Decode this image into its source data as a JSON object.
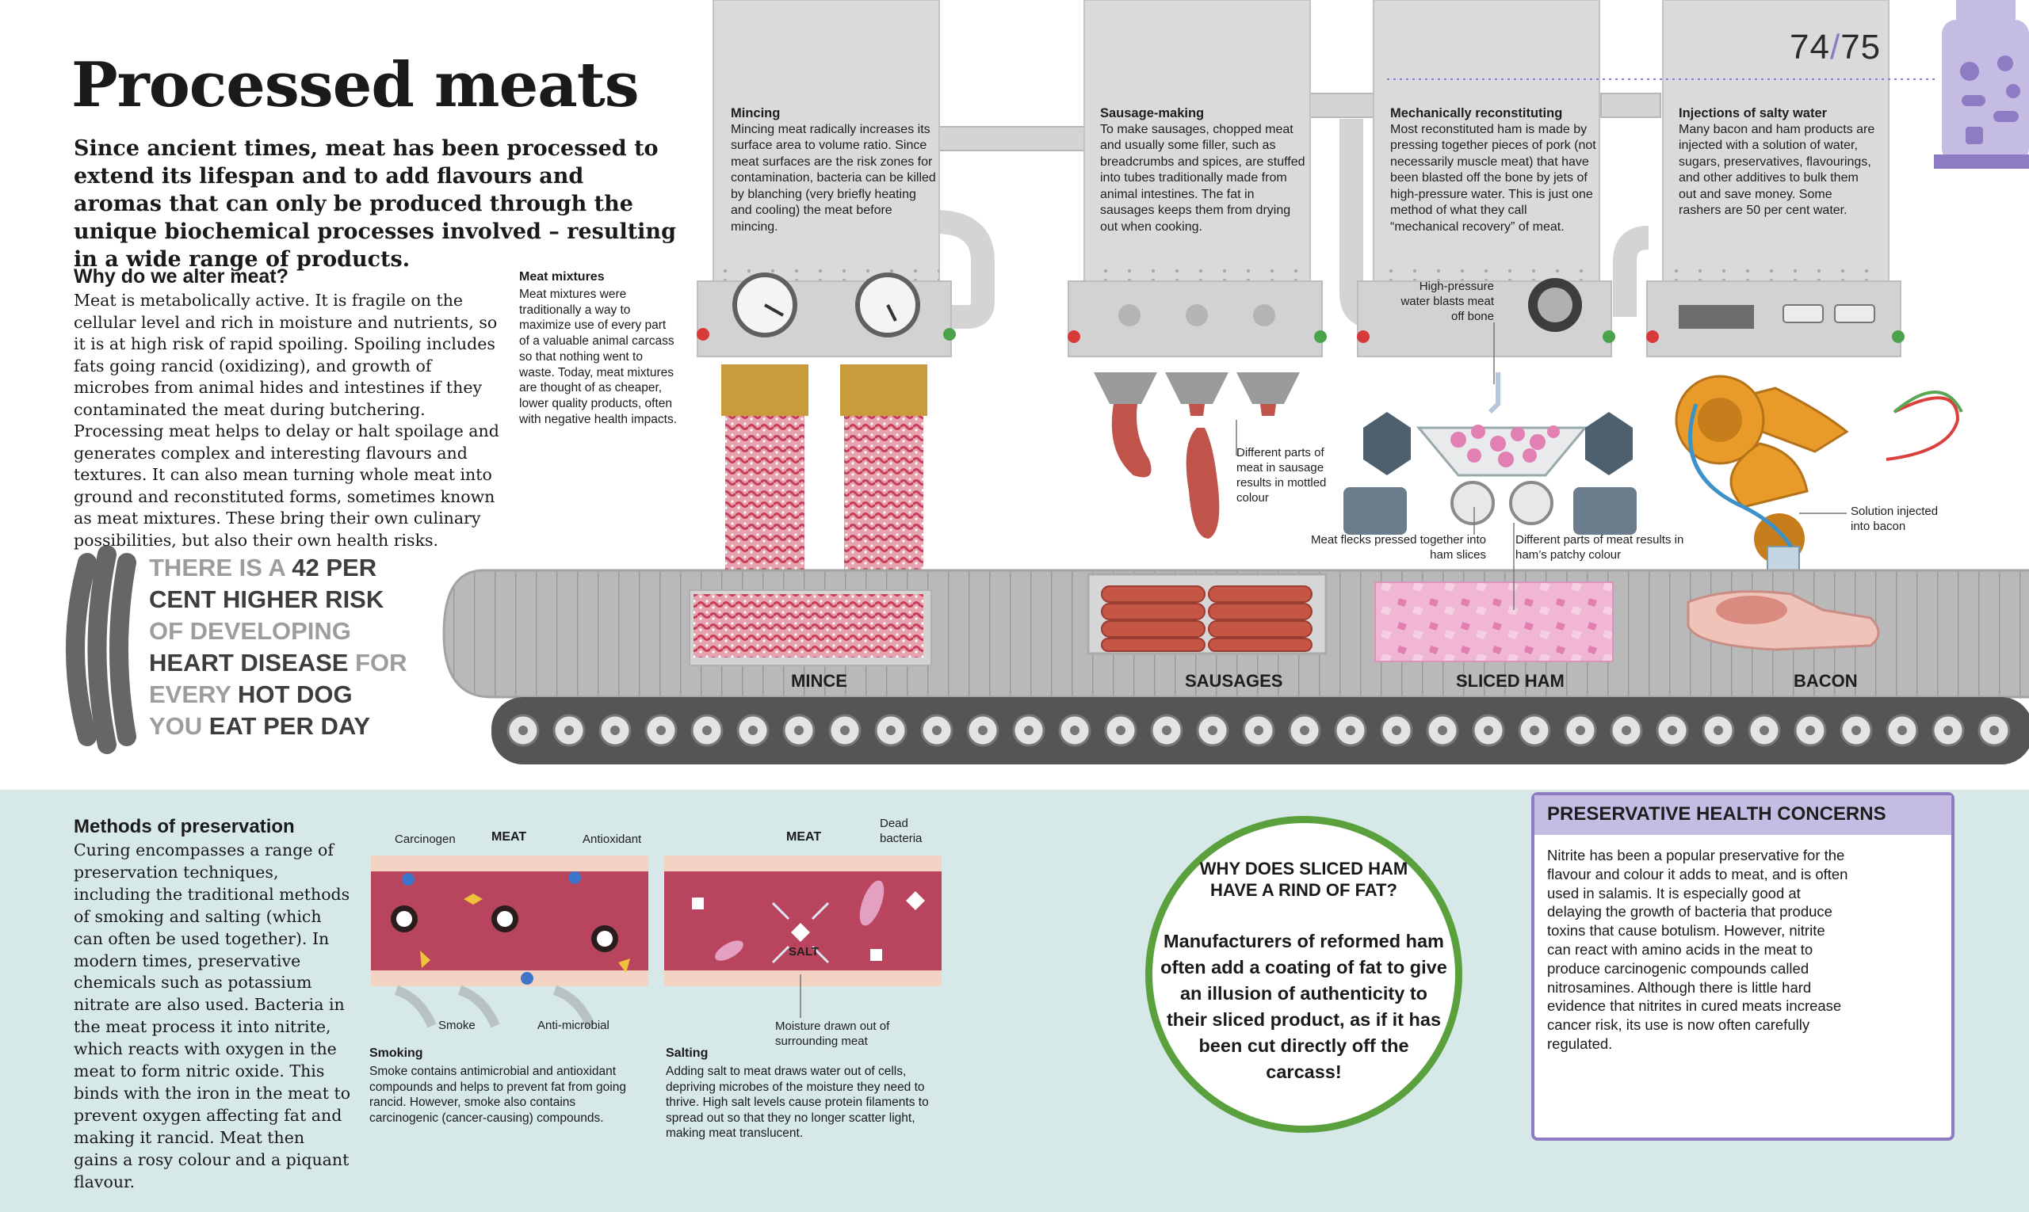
{
  "header": {
    "title": "Processed meats",
    "page_left": "74",
    "page_sep": "/",
    "page_right": "75"
  },
  "intro": "Since ancient times, meat has been processed to extend its lifespan and to add flavours and aromas that can only be produced through the unique biochemical processes involved – resulting in a wide range of products.",
  "why": {
    "heading": "Why do we alter meat?",
    "body": "Meat is metabolically active. It is fragile on the cellular level and rich in moisture and nutrients, so it is at high risk of rapid spoiling. Spoiling includes fats going rancid (oxidizing), and growth of microbes from animal hides and intestines if they contaminated the meat during butchering. Processing meat helps to delay or halt spoilage and generates complex and interesting flavours and textures. It can also mean turning whole meat into ground and reconstituted forms, sometimes known as meat mixtures. These bring their own culinary possibilities, but also their own health risks."
  },
  "mixtures": {
    "heading": "Meat mixtures",
    "body": "Meat mixtures were traditionally a way to maximize use of every part of a valuable animal carcass so that nothing went to waste. Today, meat mixtures are thought of as cheaper, lower quality products, often with negative health impacts."
  },
  "stat": {
    "l1a": "THERE IS A ",
    "l1b": "42 PER",
    "l2": "CENT HIGHER RISK",
    "l3": "OF DEVELOPING",
    "l4a": "HEART DISEASE",
    "l4b": " FOR",
    "l5a": "EVERY ",
    "l5b": "HOT DOG",
    "l6a": "YOU ",
    "l6b": "EAT PER DAY"
  },
  "machines": [
    {
      "title": "Mincing",
      "body": "Mincing meat radically increases its surface area to volume ratio. Since meat surfaces are the risk zones for contamination, bacteria can be killed by blanching (very briefly heating and cooling) the meat before mincing."
    },
    {
      "title": "Sausage-making",
      "body": "To make sausages, chopped meat and usually some filler, such as breadcrumbs and spices, are stuffed into tubes traditionally made from animal intestines. The fat in sausages keeps them from drying out when cooking."
    },
    {
      "title": "Mechanically reconstituting",
      "body": "Most reconstituted ham is made by pressing together pieces of pork (not necessarily muscle meat) that have been blasted off the bone by jets of high-pressure water. This is just one method of what they call “mechanical recovery” of meat."
    },
    {
      "title": "Injections of salty water",
      "body": "Many bacon and ham products are injected with a solution of water, sugars, preservatives, flavourings, and other additives to bulk them out and save money. Some rashers are 50 per cent water."
    }
  ],
  "callouts": {
    "sausage_parts": "Different parts of meat in sausage results in mottled colour",
    "high_pressure": "High-pressure water blasts meat off bone",
    "meat_flecks": "Meat flecks pressed together into ham slices",
    "ham_parts": "Different parts of meat results in ham’s patchy colour",
    "solution": "Solution injected into bacon"
  },
  "belt_labels": [
    "MINCE",
    "SAUSAGES",
    "SLICED HAM",
    "BACON"
  ],
  "preservation": {
    "heading": "Methods of preservation",
    "body": "Curing encompasses a range of preservation techniques, including the traditional methods of smoking and salting (which can often be used together). In modern times, preservative chemicals such as potassium nitrate are also used. Bacteria in the meat process it into nitrite, which reacts with oxygen in the meat to form nitric oxide. This binds with the iron in the meat to prevent oxygen affecting fat and making it rancid. Meat then gains a rosy colour and a piquant flavour."
  },
  "smoking": {
    "meat_label": "MEAT",
    "carcinogen": "Carcinogen",
    "antioxidant": "Antioxidant",
    "smoke": "Smoke",
    "antimicrobial": "Anti-microbial",
    "title": "Smoking",
    "body": "Smoke contains antimicrobial and antioxidant compounds and helps to prevent fat from going rancid. However, smoke also contains carcinogenic (cancer-causing) compounds."
  },
  "salting": {
    "meat_label": "MEAT",
    "dead_bacteria": "Dead bacteria",
    "salt": "SALT",
    "moisture": "Moisture drawn out of surrounding meat",
    "title": "Salting",
    "body": "Adding salt to meat draws water out of cells, depriving microbes of the moisture they need to thrive. High salt levels cause protein filaments to spread out so that they no longer scatter light, making meat translucent."
  },
  "ham_rind": {
    "question": "WHY DOES SLICED HAM HAVE A RIND OF FAT?",
    "answer": "Manufacturers of reformed ham often add a coating of fat to give an illusion of authenticity to their sliced product, as if it has been cut directly off the carcass!"
  },
  "concerns": {
    "heading": "PRESERVATIVE HEALTH CONCERNS",
    "body": "Nitrite has been a popular preservative for the flavour and colour it adds to meat, and is often used in salamis. It is especially good at delaying the growth of bacteria that produce toxins that cause botulism. However, nitrite can react with amino acids in the meat to produce carcinogenic compounds called nitrosamines. Although there is little hard evidence that nitrites in cured meats increase cancer risk, its use is now often carefully regulated."
  },
  "colors": {
    "accent_purple": "#8d7cc4",
    "band": "#d6e8e8",
    "circle_green": "#5aa13e",
    "machine_grey": "#d9d9d9",
    "meat_pink": "#d9526b"
  }
}
